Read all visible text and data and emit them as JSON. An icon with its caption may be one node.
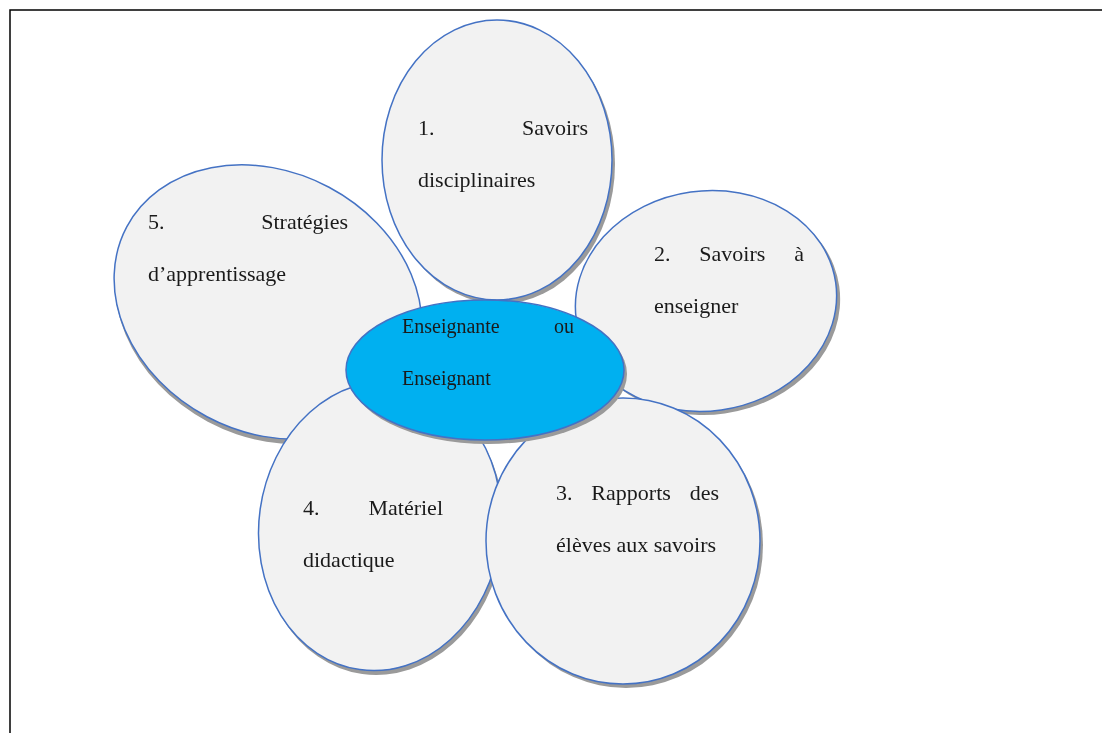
{
  "diagram": {
    "nodes": [
      {
        "text": [
          "1. Savoirs disciplinaires"
        ]
      },
      {
        "text": [
          "2. Savoirs à enseigner"
        ]
      },
      {
        "text": [
          "3. Rapports des élèves aux savoirs"
        ]
      },
      {
        "text": [
          "4. Matériel didactique"
        ]
      },
      {
        "text": [
          "5. Stratégies d’apprentissage"
        ]
      },
      {
        "text": [
          "Enseignante ou Enseignant"
        ]
      }
    ],
    "edges": []
  }
}
